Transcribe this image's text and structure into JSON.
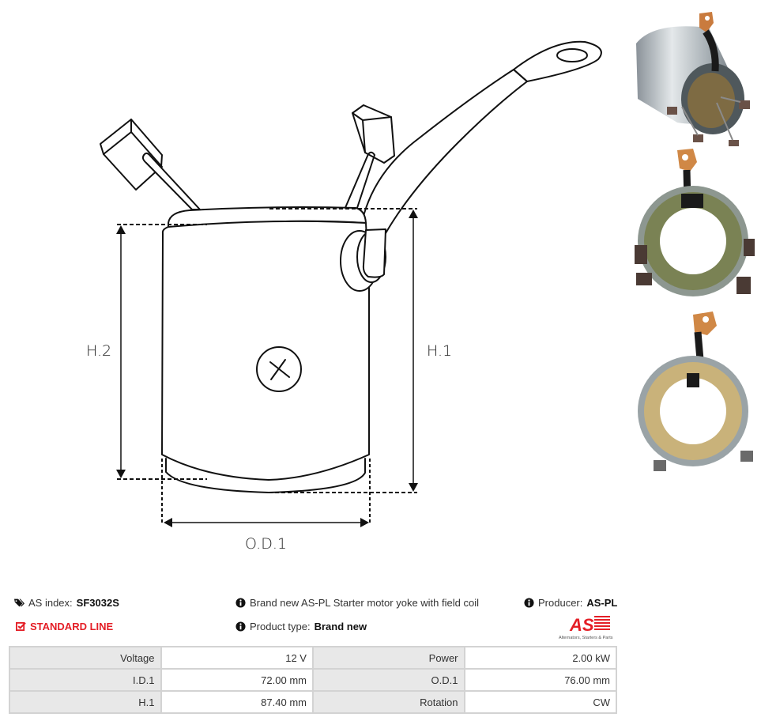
{
  "diagram": {
    "labels": {
      "h1": "H.1",
      "h2": "H.2",
      "od1": "O.D.1"
    }
  },
  "photos": [
    {
      "name": "yoke-side-view"
    },
    {
      "name": "yoke-top-view"
    },
    {
      "name": "yoke-bottom-view"
    }
  ],
  "info": {
    "index_label": "AS index:",
    "index_value": "SF3032S",
    "line_label": "STANDARD LINE",
    "description": "Brand new AS-PL Starter motor yoke with field coil",
    "product_type_label": "Product type:",
    "product_type_value": "Brand new",
    "producer_label": "Producer:",
    "producer_value": "AS-PL",
    "logo_text": "AS",
    "logo_tagline": "Alternators, Starters & Parts",
    "accent_color": "#e41e26"
  },
  "specs": {
    "rows": [
      {
        "l1": "Voltage",
        "v1": "12 V",
        "l2": "Power",
        "v2": "2.00 kW"
      },
      {
        "l1": "I.D.1",
        "v1": "72.00 mm",
        "l2": "O.D.1",
        "v2": "76.00 mm"
      },
      {
        "l1": "H.1",
        "v1": "87.40 mm",
        "l2": "Rotation",
        "v2": "CW"
      }
    ]
  }
}
